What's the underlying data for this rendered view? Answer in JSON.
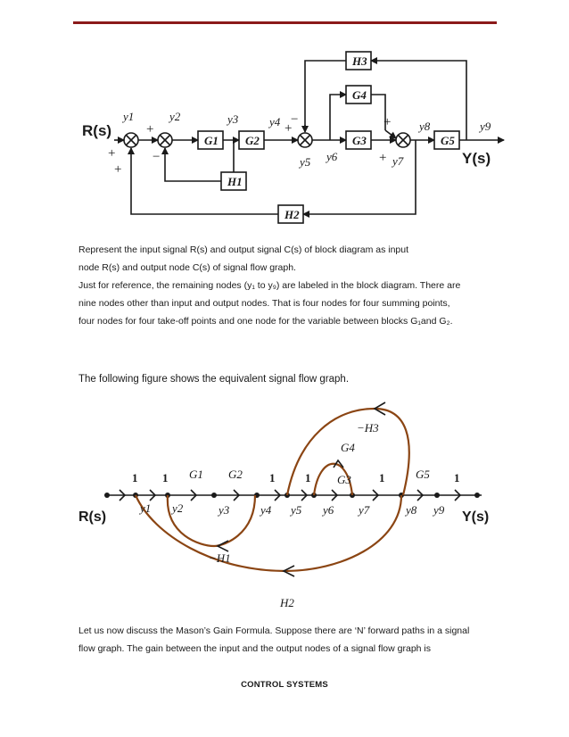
{
  "colors": {
    "rule": "#8b1a1a",
    "flow_path": "#8b4513",
    "ink": "#1a1a1a"
  },
  "block_diagram": {
    "input_label": "R(s)",
    "output_label": "Y(s)",
    "blocks": {
      "g1": "G1",
      "g2": "G2",
      "g3": "G3",
      "g4": "G4",
      "g5": "G5",
      "h1": "H1",
      "h2": "H2",
      "h3": "H3"
    },
    "nodes": [
      "y1",
      "y2",
      "y3",
      "y4",
      "y5",
      "y6",
      "y7",
      "y8",
      "y9"
    ],
    "signs": {
      "plus": "+",
      "minus": "−"
    }
  },
  "text": {
    "para1_line1": "Represent the input signal R(s) and output signal C(s) of block diagram as input",
    "para1_line2": "node R(s) and output node C(s) of signal flow graph.",
    "para2_line1": "Just for reference, the remaining nodes (y₁ to y₉) are labeled in the block diagram. There are",
    "para2_line2": "nine nodes other than input and output nodes. That is four nodes for four summing points,",
    "para2_line3": "four nodes for four take-off points and one node for the variable between blocks G₁and G₂.",
    "caption": "The following figure shows the equivalent signal flow graph.",
    "para3_line1": "Let us now discuss the Mason’s Gain Formula. Suppose there are ‘N’ forward paths in a signal",
    "para3_line2": "flow graph. The gain between the input and the output nodes of a signal flow graph is",
    "footer": "CONTROL SYSTEMS"
  },
  "flow_graph": {
    "input_label": "R(s)",
    "output_label": "Y(s)",
    "branch_gains": [
      "1",
      "1",
      "G1",
      "G2",
      "1",
      "1",
      "1",
      "G5",
      "1"
    ],
    "g3": "G3",
    "g4": "G4",
    "minus_h1": "−H1",
    "minus_h2": "H2",
    "minus_h3": "−H3",
    "nodes": [
      "y1",
      "y2",
      "y3",
      "y4",
      "y5",
      "y6",
      "y7",
      "y8",
      "y9"
    ]
  }
}
